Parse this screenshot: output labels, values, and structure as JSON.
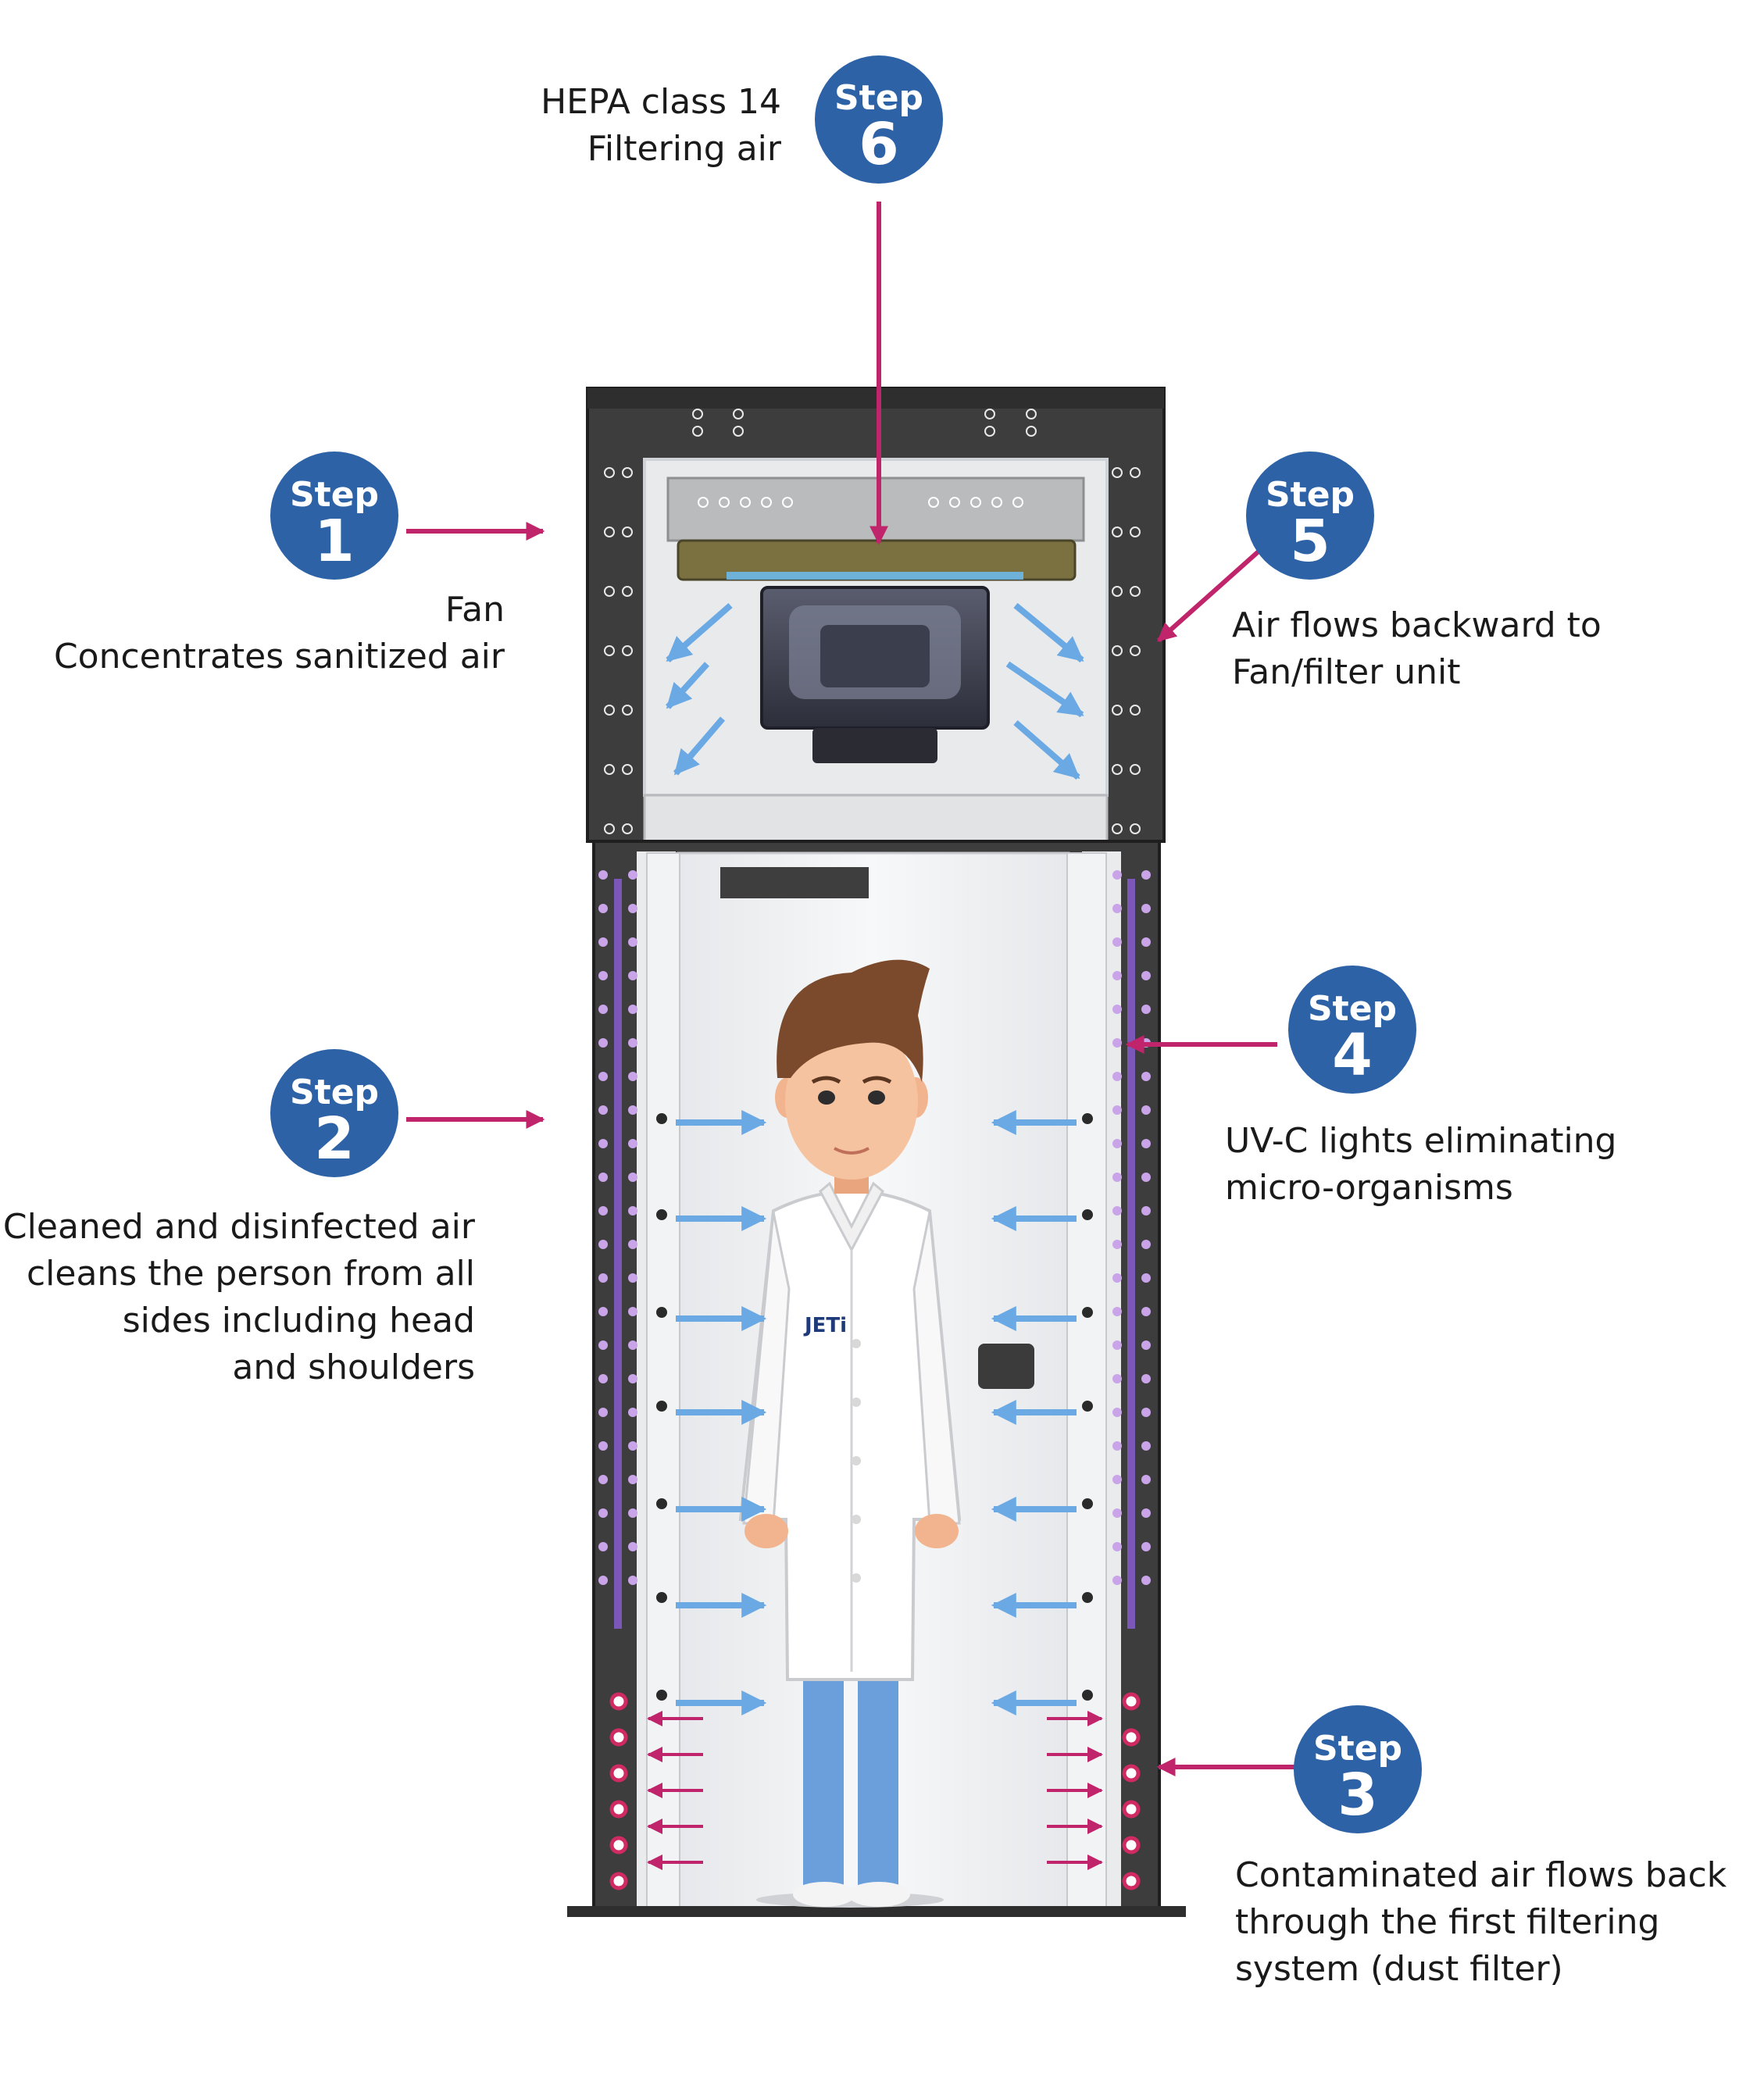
{
  "colors": {
    "badge": "#2d62a6",
    "magenta_arrow": "#c0256c",
    "air_arrow": "#6aa9e3",
    "frame": "#3a3a3a",
    "uv_tube": "#7b58b8",
    "uv_dot": "#c9a4e8",
    "red_dot": "#d02a63"
  },
  "steps": [
    {
      "word": "Step",
      "num": "1",
      "caption": [
        "Fan",
        "Concentrates sanitized air"
      ]
    },
    {
      "word": "Step",
      "num": "2",
      "caption": [
        "Cleaned and disinfected air",
        "cleans the person from all",
        "sides including head",
        "and shoulders"
      ]
    },
    {
      "word": "Step",
      "num": "3",
      "caption": [
        "Contaminated air flows back",
        "through the first filtering",
        "system (dust filter)"
      ]
    },
    {
      "word": "Step",
      "num": "4",
      "caption": [
        "UV-C lights eliminating",
        "micro-organisms"
      ]
    },
    {
      "word": "Step",
      "num": "5",
      "caption": [
        "Air flows backward to",
        "Fan/filter unit"
      ]
    },
    {
      "word": "Step",
      "num": "6",
      "caption": [
        "HEPA class 14",
        "Filtering air"
      ]
    }
  ],
  "coat_logo": "JETi",
  "icons": [
    "fan-icon",
    "person-illustration",
    "air-flow-arrow",
    "uv-lamp"
  ]
}
